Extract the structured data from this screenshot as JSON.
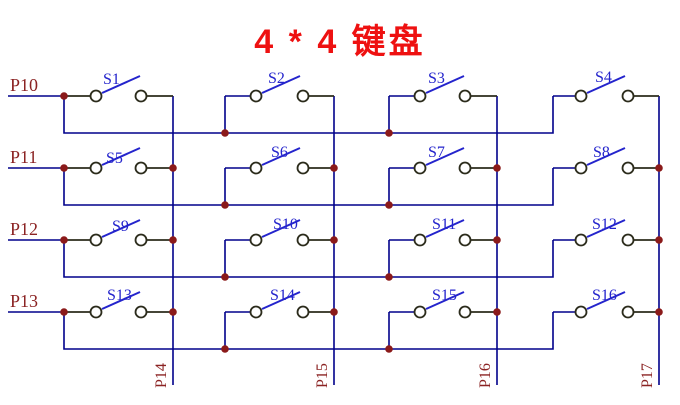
{
  "title": {
    "text": "4 * 4 键盘"
  },
  "colors": {
    "background": "#ffffff",
    "title": "#ee1111",
    "wire": "#00008b",
    "contact_wire": "#2b2b1b",
    "contact_fill": "#ffffff",
    "lever": "#2424cc",
    "junction_dot": "#8b1a1a",
    "port_label": "#8b2323",
    "switch_label": "#2424cc"
  },
  "row_ports": [
    {
      "label": "P10"
    },
    {
      "label": "P11"
    },
    {
      "label": "P12"
    },
    {
      "label": "P13"
    }
  ],
  "column_ports": [
    {
      "label": "P14"
    },
    {
      "label": "P15"
    },
    {
      "label": "P16"
    },
    {
      "label": "P17"
    }
  ],
  "switches": [
    {
      "label": "S1",
      "row": "P10",
      "column": "P14"
    },
    {
      "label": "S2",
      "row": "P10",
      "column": "P15"
    },
    {
      "label": "S3",
      "row": "P10",
      "column": "P16"
    },
    {
      "label": "S4",
      "row": "P10",
      "column": "P17"
    },
    {
      "label": "S5",
      "row": "P11",
      "column": "P14"
    },
    {
      "label": "S6",
      "row": "P11",
      "column": "P15"
    },
    {
      "label": "S7",
      "row": "P11",
      "column": "P16"
    },
    {
      "label": "S8",
      "row": "P11",
      "column": "P17"
    },
    {
      "label": "S9",
      "row": "P12",
      "column": "P14"
    },
    {
      "label": "S10",
      "row": "P12",
      "column": "P15"
    },
    {
      "label": "S11",
      "row": "P12",
      "column": "P16"
    },
    {
      "label": "S12",
      "row": "P12",
      "column": "P17"
    },
    {
      "label": "S13",
      "row": "P13",
      "column": "P14"
    },
    {
      "label": "S14",
      "row": "P13",
      "column": "P15"
    },
    {
      "label": "S15",
      "row": "P13",
      "column": "P16"
    },
    {
      "label": "S16",
      "row": "P13",
      "column": "P17"
    }
  ]
}
